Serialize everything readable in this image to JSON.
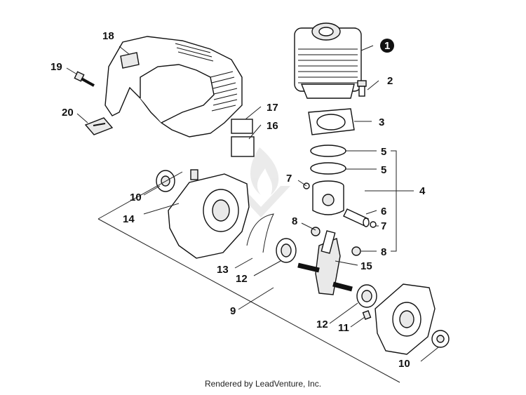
{
  "diagram": {
    "callouts": {
      "c1": "1",
      "c2": "2",
      "c3": "3",
      "c4": "4",
      "c5a": "5",
      "c5b": "5",
      "c6": "6",
      "c7a": "7",
      "c7b": "7",
      "c8a": "8",
      "c8b": "8",
      "c9": "9",
      "c10a": "10",
      "c10b": "10",
      "c11": "11",
      "c12a": "12",
      "c12b": "12",
      "c13": "13",
      "c14": "14",
      "c15": "15",
      "c16": "16",
      "c17": "17",
      "c18": "18",
      "c19": "19",
      "c20": "20"
    },
    "watermark_icon": "leadventure-flame-logo"
  },
  "footer": {
    "text": "Rendered by LeadVenture, Inc."
  }
}
